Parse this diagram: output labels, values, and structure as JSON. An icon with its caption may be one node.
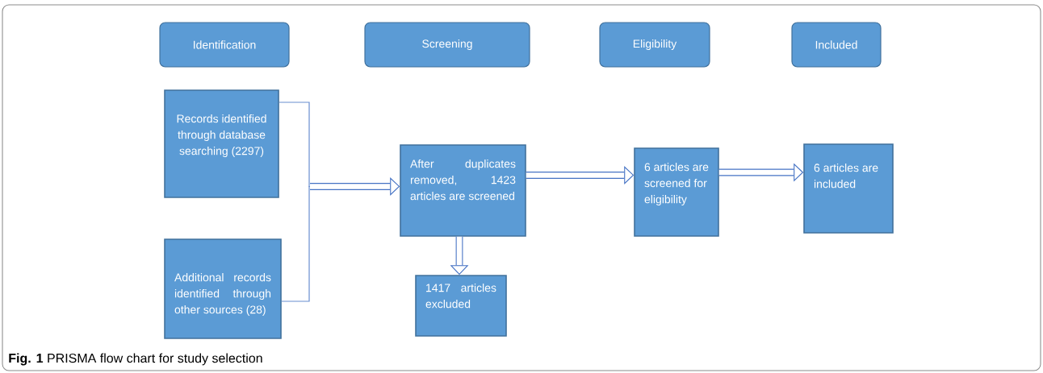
{
  "diagram": {
    "caption": "**Fig. 1** PRISMA flow chart for study selection",
    "nodes": [
      {
        "text": [
          "Identification"
        ]
      },
      {
        "text": [
          "Screening"
        ]
      },
      {
        "text": [
          "Eligibility"
        ]
      },
      {
        "text": [
          "Included"
        ]
      },
      {
        "text": [
          "Records identified through database searching (2297)"
        ]
      },
      {
        "text": [
          "Additional records identified through other sources (28)"
        ]
      },
      {
        "text": [
          "After duplicates removed, 1423 articles are screened"
        ]
      },
      {
        "text": [
          "1417 articles excluded"
        ]
      },
      {
        "text": [
          "6 articles are screened for eligibility"
        ]
      },
      {
        "text": [
          "6 articles are included"
        ]
      }
    ],
    "edges": [
      {
        "from": 4,
        "to": 6,
        "arrow": "to"
      },
      {
        "from": 5,
        "to": 6,
        "arrow": "to"
      },
      {
        "from": 6,
        "to": 7,
        "arrow": "to"
      },
      {
        "from": 6,
        "to": 8,
        "arrow": "to"
      },
      {
        "from": 8,
        "to": 9,
        "arrow": "to"
      }
    ]
  }
}
